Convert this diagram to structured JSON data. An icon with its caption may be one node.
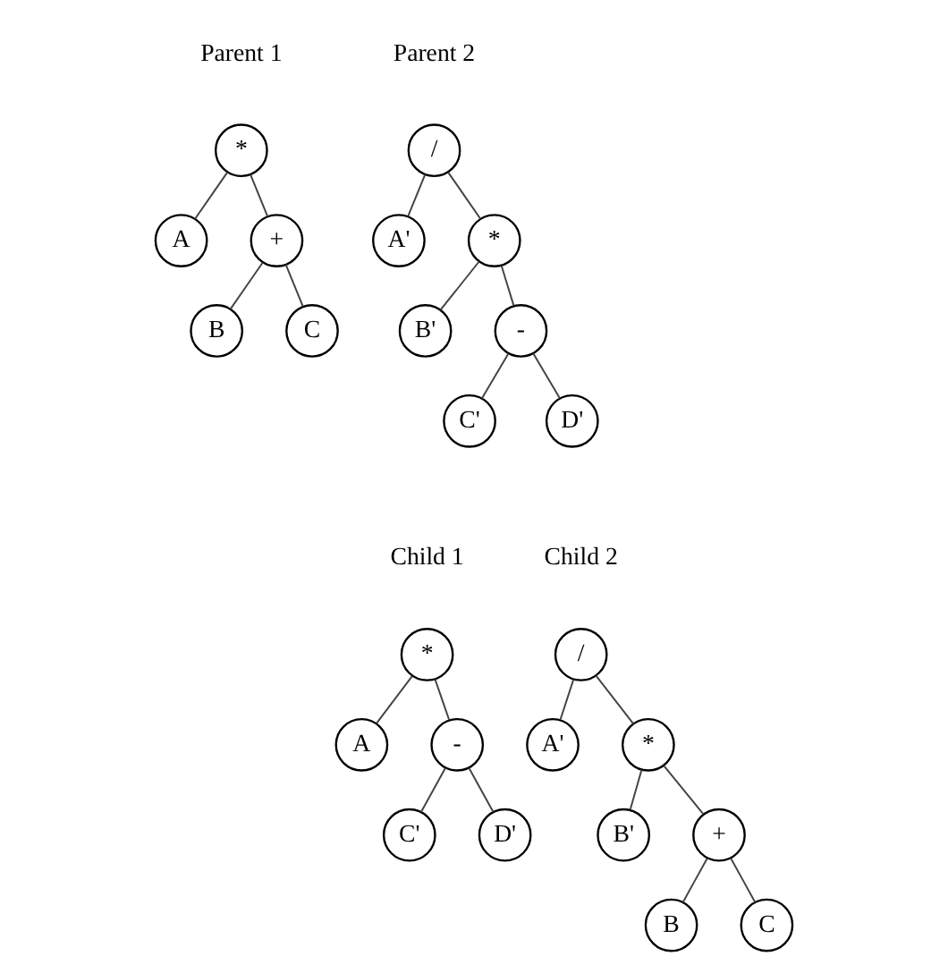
{
  "diagram": {
    "nodes": [
      {
        "text": [
          "*"
        ]
      },
      {
        "text": [
          "A"
        ]
      },
      {
        "text": [
          "+"
        ]
      },
      {
        "text": [
          "B"
        ]
      },
      {
        "text": [
          "C"
        ]
      },
      {
        "text": [
          "/"
        ]
      },
      {
        "text": [
          "A'"
        ]
      },
      {
        "text": [
          "*"
        ]
      },
      {
        "text": [
          "B'"
        ]
      },
      {
        "text": [
          "-"
        ]
      },
      {
        "text": [
          "C'"
        ]
      },
      {
        "text": [
          "D'"
        ]
      },
      {
        "text": [
          "*"
        ]
      },
      {
        "text": [
          "A"
        ]
      },
      {
        "text": [
          "-"
        ]
      },
      {
        "text": [
          "C'"
        ]
      },
      {
        "text": [
          "D'"
        ]
      },
      {
        "text": [
          "/"
        ]
      },
      {
        "text": [
          "A'"
        ]
      },
      {
        "text": [
          "*"
        ]
      },
      {
        "text": [
          "B'"
        ]
      },
      {
        "text": [
          "+"
        ]
      },
      {
        "text": [
          "B"
        ]
      },
      {
        "text": [
          "C"
        ]
      }
    ],
    "edges": [
      {
        "from": 0,
        "to": 1,
        "arrow": "none"
      },
      {
        "from": 0,
        "to": 2,
        "arrow": "none"
      },
      {
        "from": 2,
        "to": 3,
        "arrow": "none"
      },
      {
        "from": 2,
        "to": 4,
        "arrow": "none"
      },
      {
        "from": 5,
        "to": 6,
        "arrow": "none"
      },
      {
        "from": 5,
        "to": 7,
        "arrow": "none"
      },
      {
        "from": 7,
        "to": 8,
        "arrow": "none"
      },
      {
        "from": 7,
        "to": 9,
        "arrow": "none"
      },
      {
        "from": 9,
        "to": 10,
        "arrow": "none"
      },
      {
        "from": 9,
        "to": 11,
        "arrow": "none"
      },
      {
        "from": 12,
        "to": 13,
        "arrow": "none"
      },
      {
        "from": 12,
        "to": 14,
        "arrow": "none"
      },
      {
        "from": 14,
        "to": 15,
        "arrow": "none"
      },
      {
        "from": 14,
        "to": 16,
        "arrow": "none"
      },
      {
        "from": 17,
        "to": 18,
        "arrow": "none"
      },
      {
        "from": 17,
        "to": 19,
        "arrow": "none"
      },
      {
        "from": 19,
        "to": 20,
        "arrow": "none"
      },
      {
        "from": 19,
        "to": 21,
        "arrow": "none"
      },
      {
        "from": 21,
        "to": 22,
        "arrow": "none"
      },
      {
        "from": 21,
        "to": 23,
        "arrow": "none"
      }
    ],
    "labels": [
      "Parent 1",
      "Parent 2",
      "Child 1",
      "Child 2"
    ]
  }
}
